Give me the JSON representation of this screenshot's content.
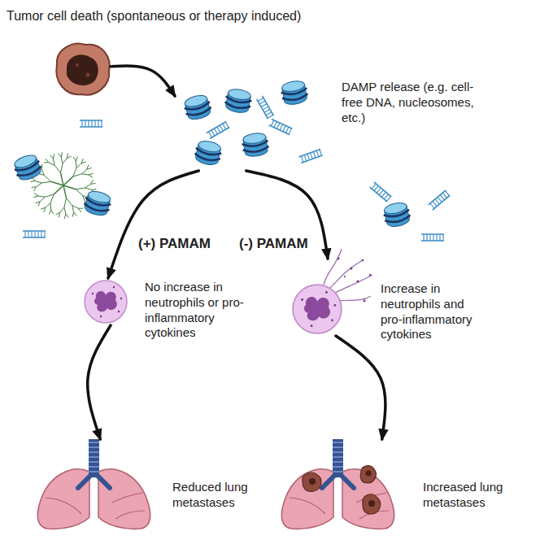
{
  "diagram": {
    "nodes": [
      {
        "text": [
          "Tumor cell death (spontaneous or therapy induced)"
        ]
      },
      {
        "text": [
          "DAMP release (e.g. cell-free DNA, nucleosomes, etc.)"
        ]
      },
      {
        "text": [
          "No increase in neutrophils or pro-inflammatory cytokines"
        ]
      },
      {
        "text": [
          "Increase in neutrophils and pro-inflammatory cytokines"
        ]
      },
      {
        "text": [
          "Reduced lung metastases"
        ]
      },
      {
        "text": [
          "Increased lung metastases"
        ]
      }
    ],
    "edges": [
      {
        "from": 0,
        "to": 1,
        "arrow": "to"
      },
      {
        "from": 1,
        "to": 2,
        "label": "(+) PAMAM",
        "arrow": "to"
      },
      {
        "from": 1,
        "to": 3,
        "label": "(-) PAMAM",
        "arrow": "to"
      },
      {
        "from": 2,
        "to": 4,
        "arrow": "to"
      },
      {
        "from": 3,
        "to": 5,
        "arrow": "to"
      }
    ]
  }
}
